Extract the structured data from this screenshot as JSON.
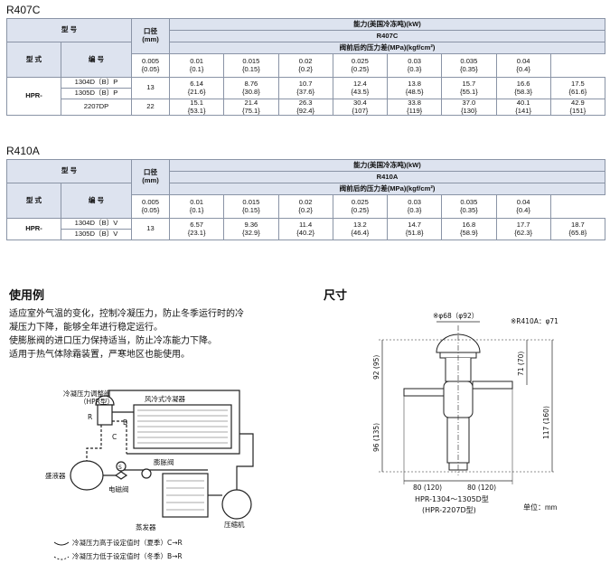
{
  "r407c": {
    "section_title": "R407C",
    "hdr_model": "型 号",
    "hdr_port": "口径",
    "hdr_port_unit": "(mm)",
    "hdr_capacity": "能力(美国冷冻吨)(kW)",
    "hdr_refrigerant": "R407C",
    "hdr_pressure": "阀前后的压力差(MPa)(kgf/cm²)",
    "hdr_type": "型 式",
    "hdr_code": "编 号",
    "pressures": [
      {
        "mpa": "0.005",
        "kgf": "{0.05}"
      },
      {
        "mpa": "0.01",
        "kgf": "{0.1}"
      },
      {
        "mpa": "0.015",
        "kgf": "{0.15}"
      },
      {
        "mpa": "0.02",
        "kgf": "{0.2}"
      },
      {
        "mpa": "0.025",
        "kgf": "{0.25}"
      },
      {
        "mpa": "0.03",
        "kgf": "{0.3}"
      },
      {
        "mpa": "0.035",
        "kgf": "{0.35}"
      },
      {
        "mpa": "0.04",
        "kgf": "{0.4}"
      }
    ],
    "type_label": "HPR-",
    "rows": [
      {
        "codes": [
          "1304D〔B〕P",
          "1305D〔B〕P"
        ],
        "port": "13",
        "values": [
          [
            "6.14",
            "{21.6}"
          ],
          [
            "8.76",
            "{30.8}"
          ],
          [
            "10.7",
            "{37.6}"
          ],
          [
            "12.4",
            "{43.5}"
          ],
          [
            "13.8",
            "{48.5}"
          ],
          [
            "15.7",
            "{55.1}"
          ],
          [
            "16.6",
            "{58.3}"
          ],
          [
            "17.5",
            "{61.6}"
          ]
        ]
      },
      {
        "codes": [
          "2207DP"
        ],
        "port": "22",
        "values": [
          [
            "15.1",
            "{53.1}"
          ],
          [
            "21.4",
            "{75.1}"
          ],
          [
            "26.3",
            "{92.4}"
          ],
          [
            "30.4",
            "{107}"
          ],
          [
            "33.8",
            "{119}"
          ],
          [
            "37.0",
            "{130}"
          ],
          [
            "40.1",
            "{141}"
          ],
          [
            "42.9",
            "{151}"
          ]
        ]
      }
    ]
  },
  "r410a": {
    "section_title": "R410A",
    "hdr_model": "型 号",
    "hdr_port": "口径",
    "hdr_port_unit": "(mm)",
    "hdr_capacity": "能力(美国冷冻吨)(kW)",
    "hdr_refrigerant": "R410A",
    "hdr_pressure": "阀前后的压力差(MPa)(kgf/cm²)",
    "hdr_type": "型 式",
    "hdr_code": "编 号",
    "pressures": [
      {
        "mpa": "0.005",
        "kgf": "{0.05}"
      },
      {
        "mpa": "0.01",
        "kgf": "{0.1}"
      },
      {
        "mpa": "0.015",
        "kgf": "{0.15}"
      },
      {
        "mpa": "0.02",
        "kgf": "{0.2}"
      },
      {
        "mpa": "0.025",
        "kgf": "{0.25}"
      },
      {
        "mpa": "0.03",
        "kgf": "{0.3}"
      },
      {
        "mpa": "0.035",
        "kgf": "{0.35}"
      },
      {
        "mpa": "0.04",
        "kgf": "{0.4}"
      }
    ],
    "type_label": "HPR-",
    "rows": [
      {
        "codes": [
          "1304D〔B〕V",
          "1305D〔B〕V"
        ],
        "port": "13",
        "values": [
          [
            "6.57",
            "{23.1}"
          ],
          [
            "9.36",
            "{32.9}"
          ],
          [
            "11.4",
            "{40.2}"
          ],
          [
            "13.2",
            "{46.4}"
          ],
          [
            "14.7",
            "{51.8}"
          ],
          [
            "16.8",
            "{58.9}"
          ],
          [
            "17.7",
            "{62.3}"
          ],
          [
            "18.7",
            "{65.8}"
          ]
        ]
      }
    ]
  },
  "usage": {
    "title": "使用例",
    "paragraph": [
      "适应室外气温的变化，控制冷凝压力，防止冬季运行时的冷",
      "凝压力下降，能够全年进行稳定运行。",
      "使膨胀阀的进口压力保持适当，防止冷冻能力下降。",
      "适用于热气体除霜装置，严寒地区也能使用。"
    ],
    "diagram": {
      "valve_label": "冷凝压力调整阀",
      "valve_sub": "（HPR型）",
      "port_r": "R",
      "port_b": "B",
      "port_c": "C",
      "condenser": "风冷式冷凝器",
      "receiver": "盛液器",
      "expansion_valve": "膨胀阀",
      "solenoid": "电磁阀",
      "solenoid_mark": "S",
      "compressor": "压缩机",
      "evaporator": "蒸发器",
      "legend_summer": "冷凝压力高于设定值时（夏季）C→R",
      "legend_winter": "冷凝压力低于设定值时（冬季）B→R"
    }
  },
  "dimensions": {
    "title": "尺寸",
    "note_r410a": "※R410A：φ71",
    "dia_top": "※φ68（φ92）",
    "d_left_upper": "92 (95)",
    "d_left_lower": "96 (135)",
    "d_right_upper": "71 (70)",
    "d_right_total": "117 (160)",
    "d_bottom_left": "80 (120)",
    "d_bottom_right": "80 (120)",
    "model_caption": "HPR-1304～1305D型",
    "model_caption2": "(HPR-2207D型)",
    "unit": "单位：mm"
  }
}
